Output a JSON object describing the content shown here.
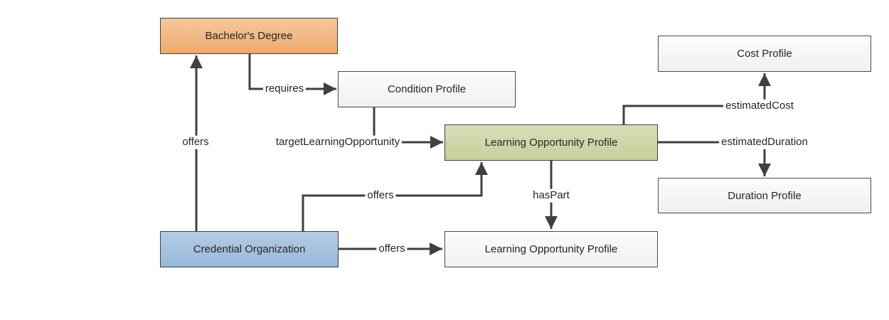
{
  "diagram": {
    "nodes": [
      {
        "id": "bachelors-degree",
        "label": "Bachelor's Degree",
        "fill": "orange"
      },
      {
        "id": "condition-profile",
        "label": "Condition Profile",
        "fill": "white"
      },
      {
        "id": "cost-profile",
        "label": "Cost Profile",
        "fill": "white"
      },
      {
        "id": "learning-opportunity-profile",
        "label": "Learning Opportunity Profile",
        "fill": "green"
      },
      {
        "id": "duration-profile",
        "label": "Duration Profile",
        "fill": "white"
      },
      {
        "id": "credential-organization",
        "label": "Credential Organization",
        "fill": "blue"
      },
      {
        "id": "learning-opportunity-profile-2",
        "label": "Learning Opportunity Profile",
        "fill": "white"
      }
    ],
    "edges": [
      {
        "id": "offers-degree",
        "label": "offers",
        "from": "credential-organization",
        "to": "bachelors-degree"
      },
      {
        "id": "requires",
        "label": "requires",
        "from": "bachelors-degree",
        "to": "condition-profile"
      },
      {
        "id": "target-learning-opportunity",
        "label": "targetLearningOpportunity",
        "from": "condition-profile",
        "to": "learning-opportunity-profile"
      },
      {
        "id": "estimated-cost",
        "label": "estimatedCost",
        "from": "learning-opportunity-profile",
        "to": "cost-profile"
      },
      {
        "id": "estimated-duration",
        "label": "estimatedDuration",
        "from": "learning-opportunity-profile",
        "to": "duration-profile"
      },
      {
        "id": "has-part",
        "label": "hasPart",
        "from": "learning-opportunity-profile",
        "to": "learning-opportunity-profile-2"
      },
      {
        "id": "offers-lop",
        "label": "offers",
        "from": "credential-organization",
        "to": "learning-opportunity-profile"
      },
      {
        "id": "offers-lop-2",
        "label": "offers",
        "from": "credential-organization",
        "to": "learning-opportunity-profile-2"
      }
    ],
    "colors": {
      "orange_fill_top": "#f6c89d",
      "orange_fill_bottom": "#edaa70",
      "green_fill_top": "#d9ddb8",
      "green_fill_bottom": "#c5cf9c",
      "blue_fill_top": "#b4cbe5",
      "blue_fill_bottom": "#97b8d9",
      "white_fill_top": "#fcfcfc",
      "white_fill_bottom": "#f0f0f0",
      "box_border": "#404040",
      "connector": "#404040",
      "text": "#262626",
      "background": "#ffffff"
    }
  }
}
